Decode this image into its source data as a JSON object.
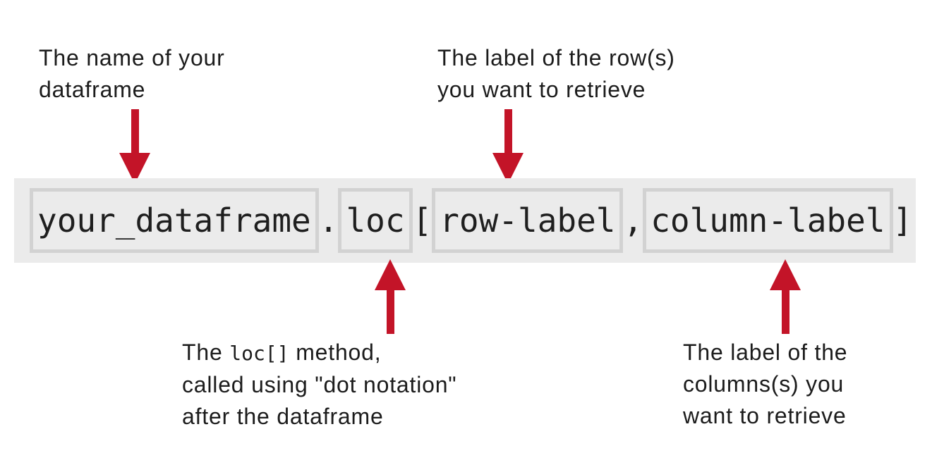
{
  "colors": {
    "background": "#ffffff",
    "strip_bg": "#ebebeb",
    "box_bg": "#ebebeb",
    "box_border": "#d2d2d2",
    "arrow_red": "#c31428",
    "text": "#1c1c1c",
    "code_text": "#1f1f1f"
  },
  "code_strip": {
    "full_code": "your_dataframe.loc[row-label,column-label]",
    "segments": [
      {
        "type": "box",
        "text": "your_dataframe"
      },
      {
        "type": "plain",
        "text": "."
      },
      {
        "type": "box",
        "text": "loc"
      },
      {
        "type": "plain",
        "text": "["
      },
      {
        "type": "box",
        "text": "row-label"
      },
      {
        "type": "plain",
        "text": ","
      },
      {
        "type": "box",
        "text": "column-label"
      },
      {
        "type": "plain",
        "text": "]"
      }
    ]
  },
  "annotations": {
    "dataframe_name": {
      "lines": [
        "The name of your",
        "dataframe"
      ]
    },
    "row_label": {
      "lines": [
        "The label of the row(s)",
        "you want to retrieve"
      ]
    },
    "loc_method": {
      "line1_prefix": "The ",
      "line1_code": "loc[]",
      "line1_suffix": " method,",
      "lines_rest": [
        "called using \"dot notation\"",
        "after the dataframe"
      ]
    },
    "column_label": {
      "lines": [
        "The label of the",
        "columns(s) you",
        "want to retrieve"
      ]
    }
  },
  "arrows": [
    {
      "name": "dataframe-name-arrow",
      "direction": "down"
    },
    {
      "name": "row-label-arrow",
      "direction": "down"
    },
    {
      "name": "loc-method-arrow",
      "direction": "up"
    },
    {
      "name": "column-label-arrow",
      "direction": "up"
    }
  ]
}
